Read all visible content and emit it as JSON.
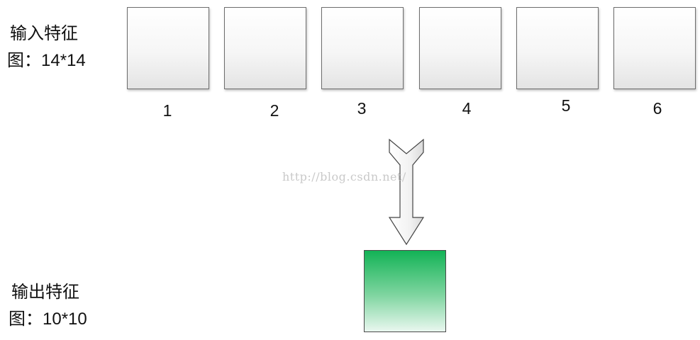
{
  "input_label": {
    "line1": "输入特征",
    "line2_prefix": "图：",
    "line2_value": "14*14"
  },
  "output_label": {
    "line1": "输出特征",
    "line2_prefix": "图：",
    "line2_value": "10*10"
  },
  "input_maps": [
    "1",
    "2",
    "3",
    "4",
    "5",
    "6"
  ],
  "watermark": "http://blog.csdn.net/",
  "colors": {
    "output_top": "#13b356",
    "output_bottom": "#e9f7ef",
    "border": "#6e6e6e"
  }
}
